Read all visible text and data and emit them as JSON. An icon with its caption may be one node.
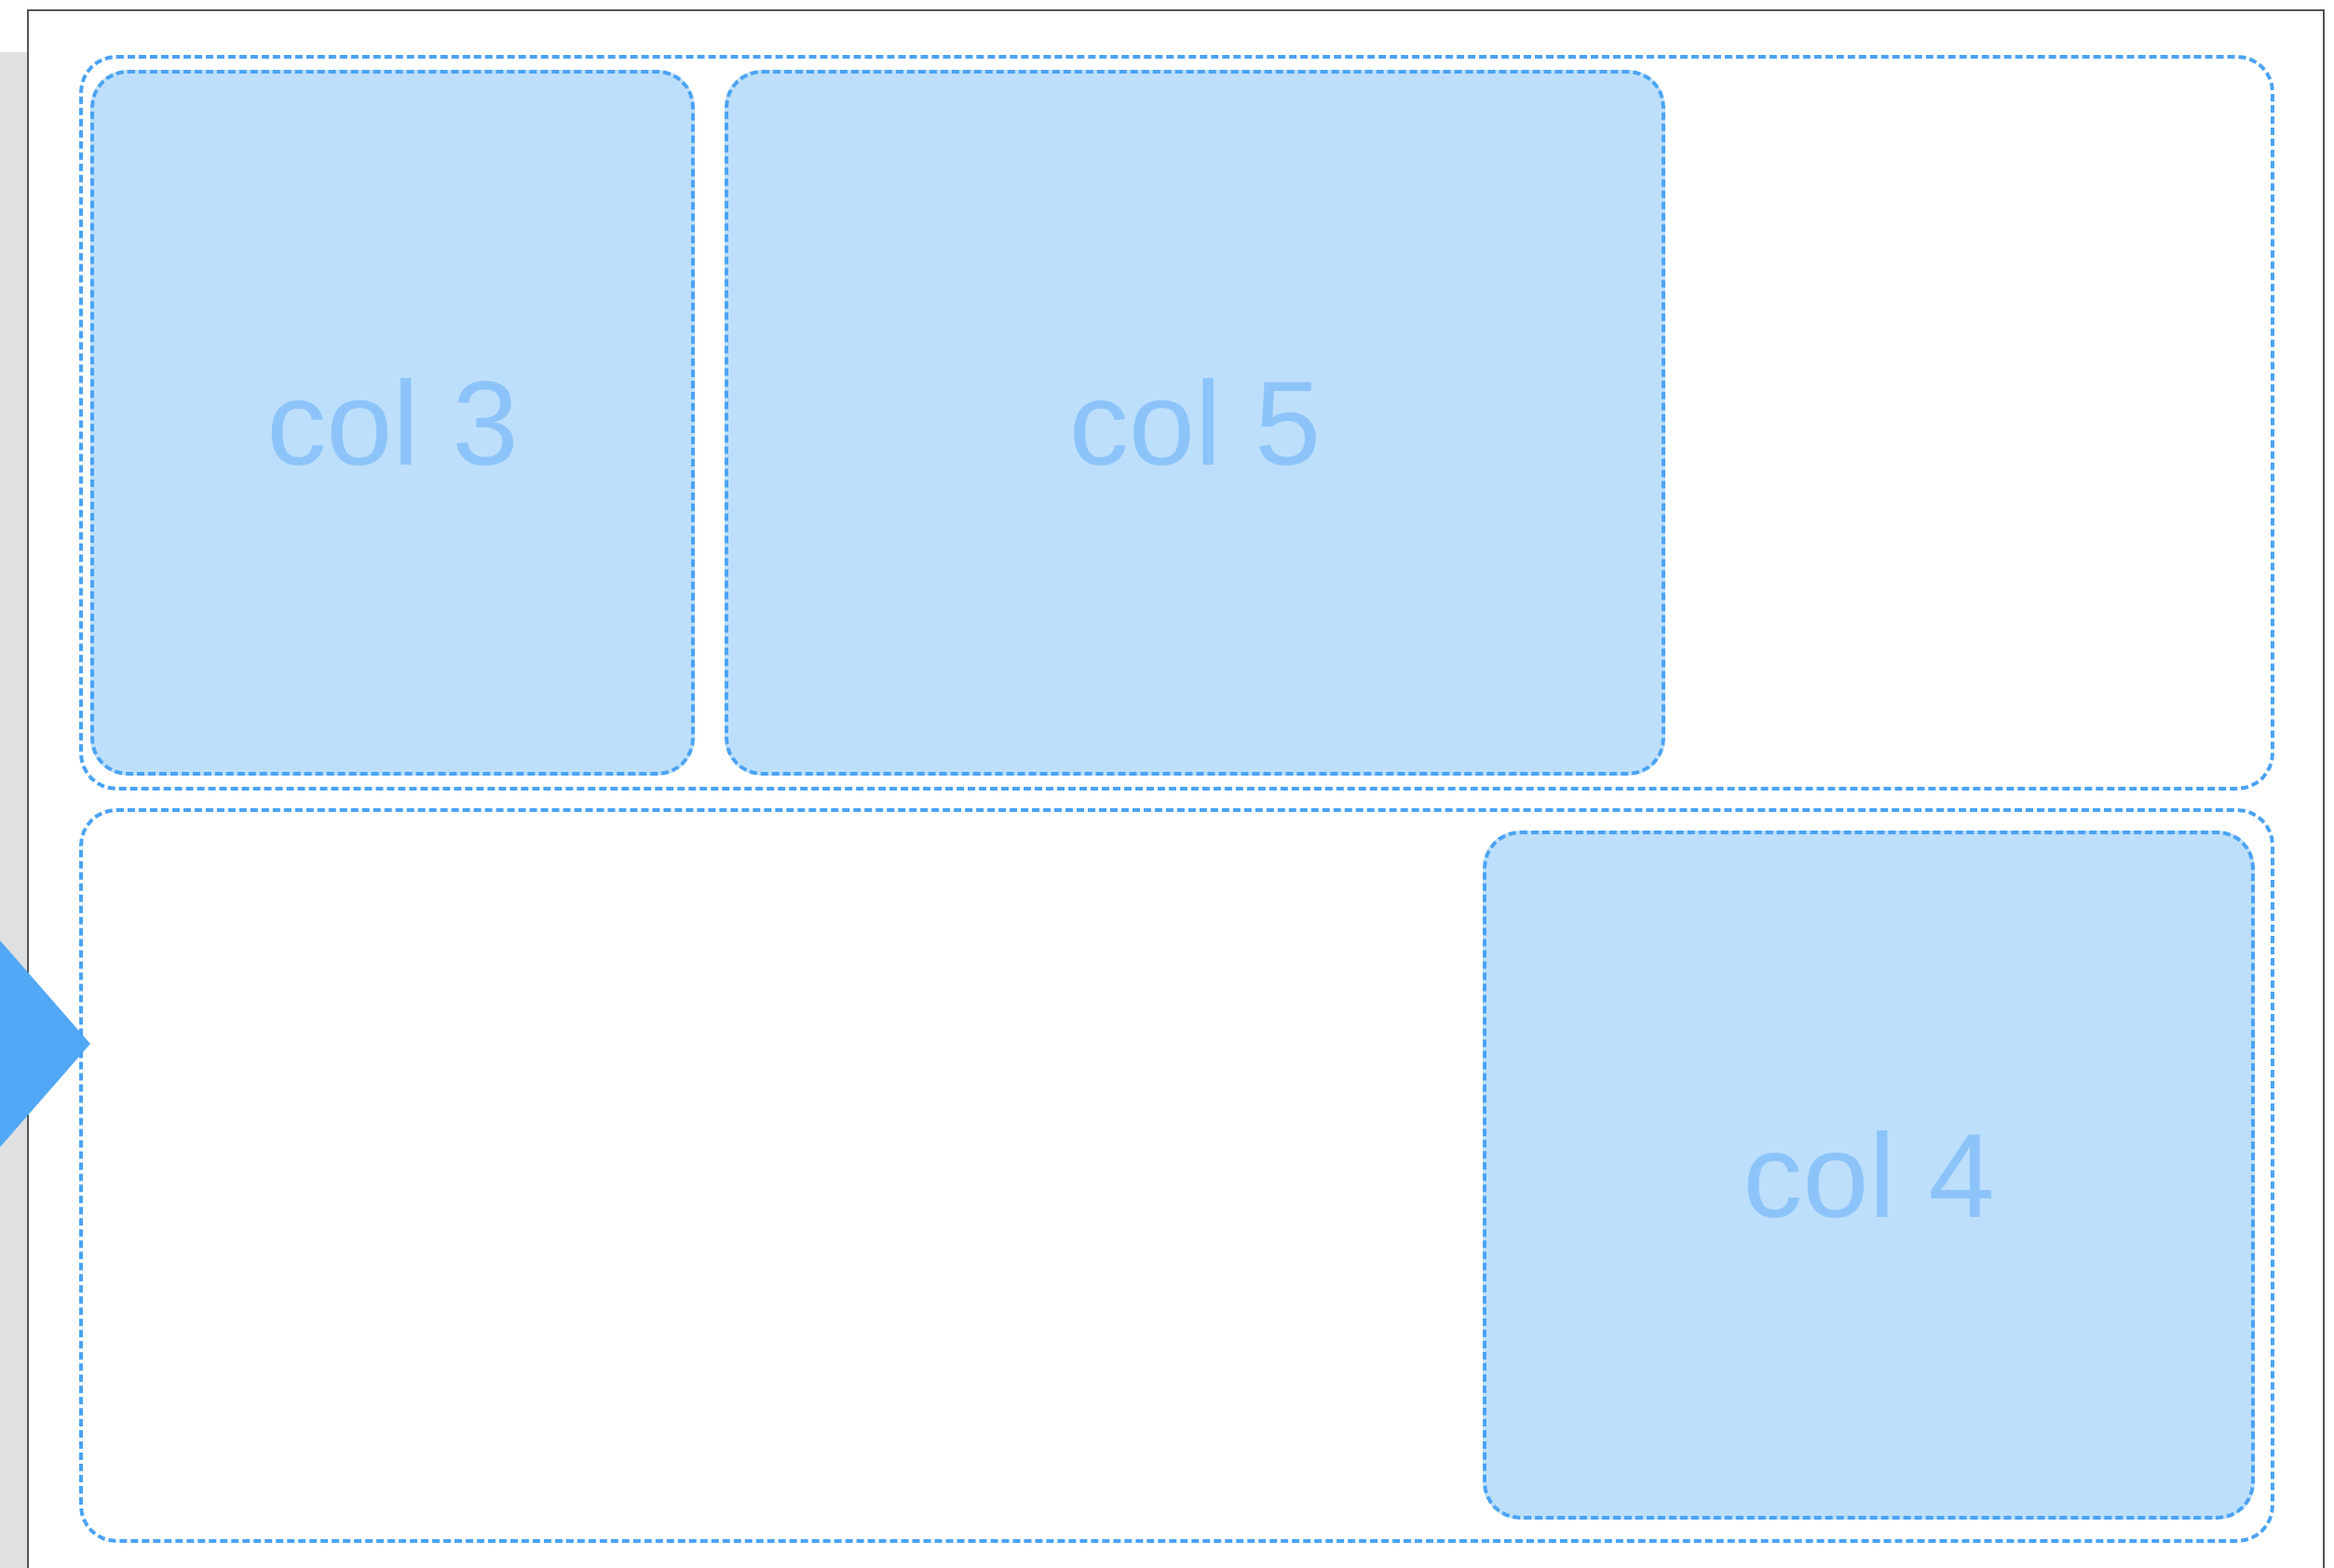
{
  "diagram": {
    "nodes": [
      {
        "text": [],
        "shape": "box"
      },
      {
        "text": [
          "col 3"
        ],
        "in": 0
      },
      {
        "text": [
          "col 5"
        ],
        "in": 0
      },
      {
        "text": [],
        "shape": "box"
      },
      {
        "text": [
          "col 4"
        ],
        "in": 3
      }
    ]
  }
}
